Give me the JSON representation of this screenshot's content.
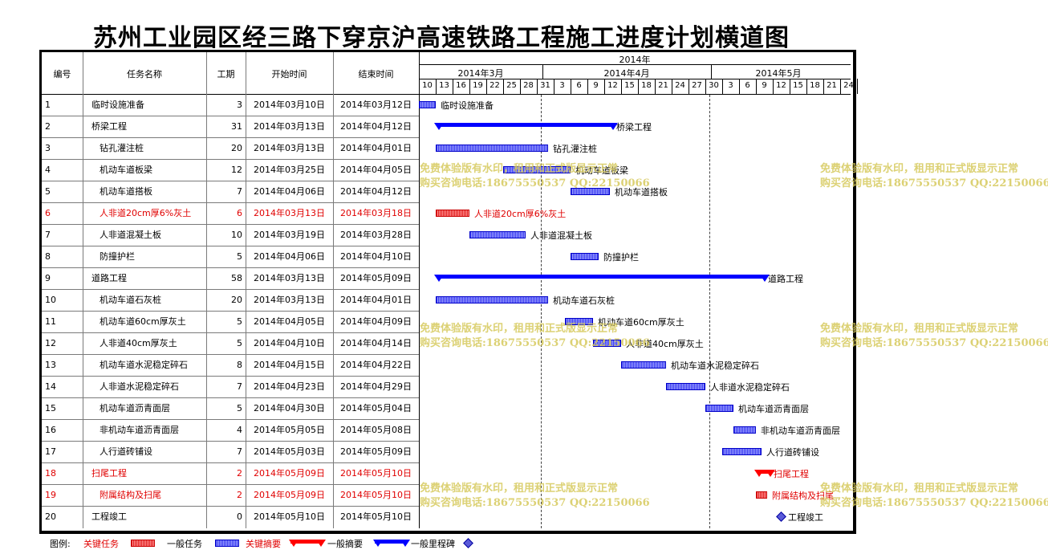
{
  "title": "苏州工业园区经三路下穿京沪高速铁路工程施工进度计划横道图",
  "headers": {
    "id": "编号",
    "name": "任务名称",
    "duration": "工期",
    "start": "开始时间",
    "end": "结束时间",
    "year": "2014年",
    "months": [
      "2014年3月",
      "2014年4月",
      "2014年5月"
    ],
    "days": [
      "10",
      "13",
      "16",
      "19",
      "22",
      "25",
      "28",
      "31",
      "3",
      "6",
      "9",
      "12",
      "15",
      "18",
      "21",
      "24",
      "27",
      "30",
      "3",
      "6",
      "9",
      "12",
      "15",
      "18",
      "21",
      "24"
    ]
  },
  "tasks": [
    {
      "id": "1",
      "name": "临时设施准备",
      "duration": "3",
      "start": "2014年03月10日",
      "end": "2014年03月12日",
      "kind": "normal",
      "level": 0,
      "label": "临时设施准备",
      "s": 0,
      "e": 3
    },
    {
      "id": "2",
      "name": "桥梁工程",
      "duration": "31",
      "start": "2014年03月13日",
      "end": "2014年04月12日",
      "kind": "summary",
      "level": 0,
      "label": "桥梁工程",
      "s": 3,
      "e": 34
    },
    {
      "id": "3",
      "name": "钻孔灌注桩",
      "duration": "20",
      "start": "2014年03月13日",
      "end": "2014年04月01日",
      "kind": "normal",
      "level": 1,
      "label": "钻孔灌注桩",
      "s": 3,
      "e": 23
    },
    {
      "id": "4",
      "name": "机动车道板梁",
      "duration": "12",
      "start": "2014年03月25日",
      "end": "2014年04月05日",
      "kind": "normal",
      "level": 1,
      "label": "机动车道板梁",
      "s": 15,
      "e": 27
    },
    {
      "id": "5",
      "name": "机动车道搭板",
      "duration": "7",
      "start": "2014年04月06日",
      "end": "2014年04月12日",
      "kind": "normal",
      "level": 1,
      "label": "机动车道搭板",
      "s": 27,
      "e": 34
    },
    {
      "id": "6",
      "name": "人非道20cm厚6%灰土",
      "duration": "6",
      "start": "2014年03月13日",
      "end": "2014年03月18日",
      "kind": "critical",
      "level": 1,
      "label": "人非道20cm厚6%灰土",
      "s": 3,
      "e": 9
    },
    {
      "id": "7",
      "name": "人非道混凝土板",
      "duration": "10",
      "start": "2014年03月19日",
      "end": "2014年03月28日",
      "kind": "normal",
      "level": 1,
      "label": "人非道混凝土板",
      "s": 9,
      "e": 19
    },
    {
      "id": "8",
      "name": "防撞护栏",
      "duration": "5",
      "start": "2014年04月06日",
      "end": "2014年04月10日",
      "kind": "normal",
      "level": 1,
      "label": "防撞护栏",
      "s": 27,
      "e": 32
    },
    {
      "id": "9",
      "name": "道路工程",
      "duration": "58",
      "start": "2014年03月13日",
      "end": "2014年05月09日",
      "kind": "summary",
      "level": 0,
      "label": "道路工程",
      "s": 3,
      "e": 61
    },
    {
      "id": "10",
      "name": "机动车道石灰桩",
      "duration": "20",
      "start": "2014年03月13日",
      "end": "2014年04月01日",
      "kind": "normal",
      "level": 1,
      "label": "机动车道石灰桩",
      "s": 3,
      "e": 23
    },
    {
      "id": "11",
      "name": "机动车道60cm厚灰土",
      "duration": "5",
      "start": "2014年04月05日",
      "end": "2014年04月09日",
      "kind": "normal",
      "level": 1,
      "label": "机动车道60cm厚灰土",
      "s": 26,
      "e": 31
    },
    {
      "id": "12",
      "name": "人非道40cm厚灰土",
      "duration": "5",
      "start": "2014年04月10日",
      "end": "2014年04月14日",
      "kind": "normal",
      "level": 1,
      "label": "人非道40cm厚灰土",
      "s": 31,
      "e": 36
    },
    {
      "id": "13",
      "name": "机动车道水泥稳定碎石",
      "duration": "8",
      "start": "2014年04月15日",
      "end": "2014年04月22日",
      "kind": "normal",
      "level": 1,
      "label": "机动车道水泥稳定碎石",
      "s": 36,
      "e": 44
    },
    {
      "id": "14",
      "name": "人非道水泥稳定碎石",
      "duration": "7",
      "start": "2014年04月23日",
      "end": "2014年04月29日",
      "kind": "normal",
      "level": 1,
      "label": "人非道水泥稳定碎石",
      "s": 44,
      "e": 51
    },
    {
      "id": "15",
      "name": "机动车道沥青面层",
      "duration": "5",
      "start": "2014年04月30日",
      "end": "2014年05月04日",
      "kind": "normal",
      "level": 1,
      "label": "机动车道沥青面层",
      "s": 51,
      "e": 56
    },
    {
      "id": "16",
      "name": "非机动车道沥青面层",
      "duration": "4",
      "start": "2014年05月05日",
      "end": "2014年05月08日",
      "kind": "normal",
      "level": 1,
      "label": "非机动车道沥青面层",
      "s": 56,
      "e": 60
    },
    {
      "id": "17",
      "name": "人行道砖铺设",
      "duration": "7",
      "start": "2014年05月03日",
      "end": "2014年05月09日",
      "kind": "normal",
      "level": 1,
      "label": "人行道砖铺设",
      "s": 54,
      "e": 61
    },
    {
      "id": "18",
      "name": "扫尾工程",
      "duration": "2",
      "start": "2014年05月09日",
      "end": "2014年05月10日",
      "kind": "critsummary",
      "level": 0,
      "label": "扫尾工程",
      "s": 60,
      "e": 62
    },
    {
      "id": "19",
      "name": "附属结构及扫尾",
      "duration": "2",
      "start": "2014年05月09日",
      "end": "2014年05月10日",
      "kind": "critical",
      "level": 1,
      "label": "附属结构及扫尾",
      "s": 60,
      "e": 62
    },
    {
      "id": "20",
      "name": "工程竣工",
      "duration": "0",
      "start": "2014年05月10日",
      "end": "2014年05月10日",
      "kind": "milestone",
      "level": 0,
      "label": "工程竣工",
      "s": 61,
      "e": 61
    }
  ],
  "watermark": {
    "line1": "免费体验版有水印，租用和正式版显示正常",
    "line2": "购买咨询电话:18675550537 QQ:22150066"
  },
  "legend": {
    "prefix": "图例:",
    "items": [
      "关键任务",
      "一般任务",
      "关键摘要",
      "一般摘要",
      "一般里程碑"
    ]
  },
  "colors": {
    "critical": "#ff0000",
    "normal": "#3a3af0",
    "summary": "#0000ff",
    "watermark": "#d6c95c"
  }
}
